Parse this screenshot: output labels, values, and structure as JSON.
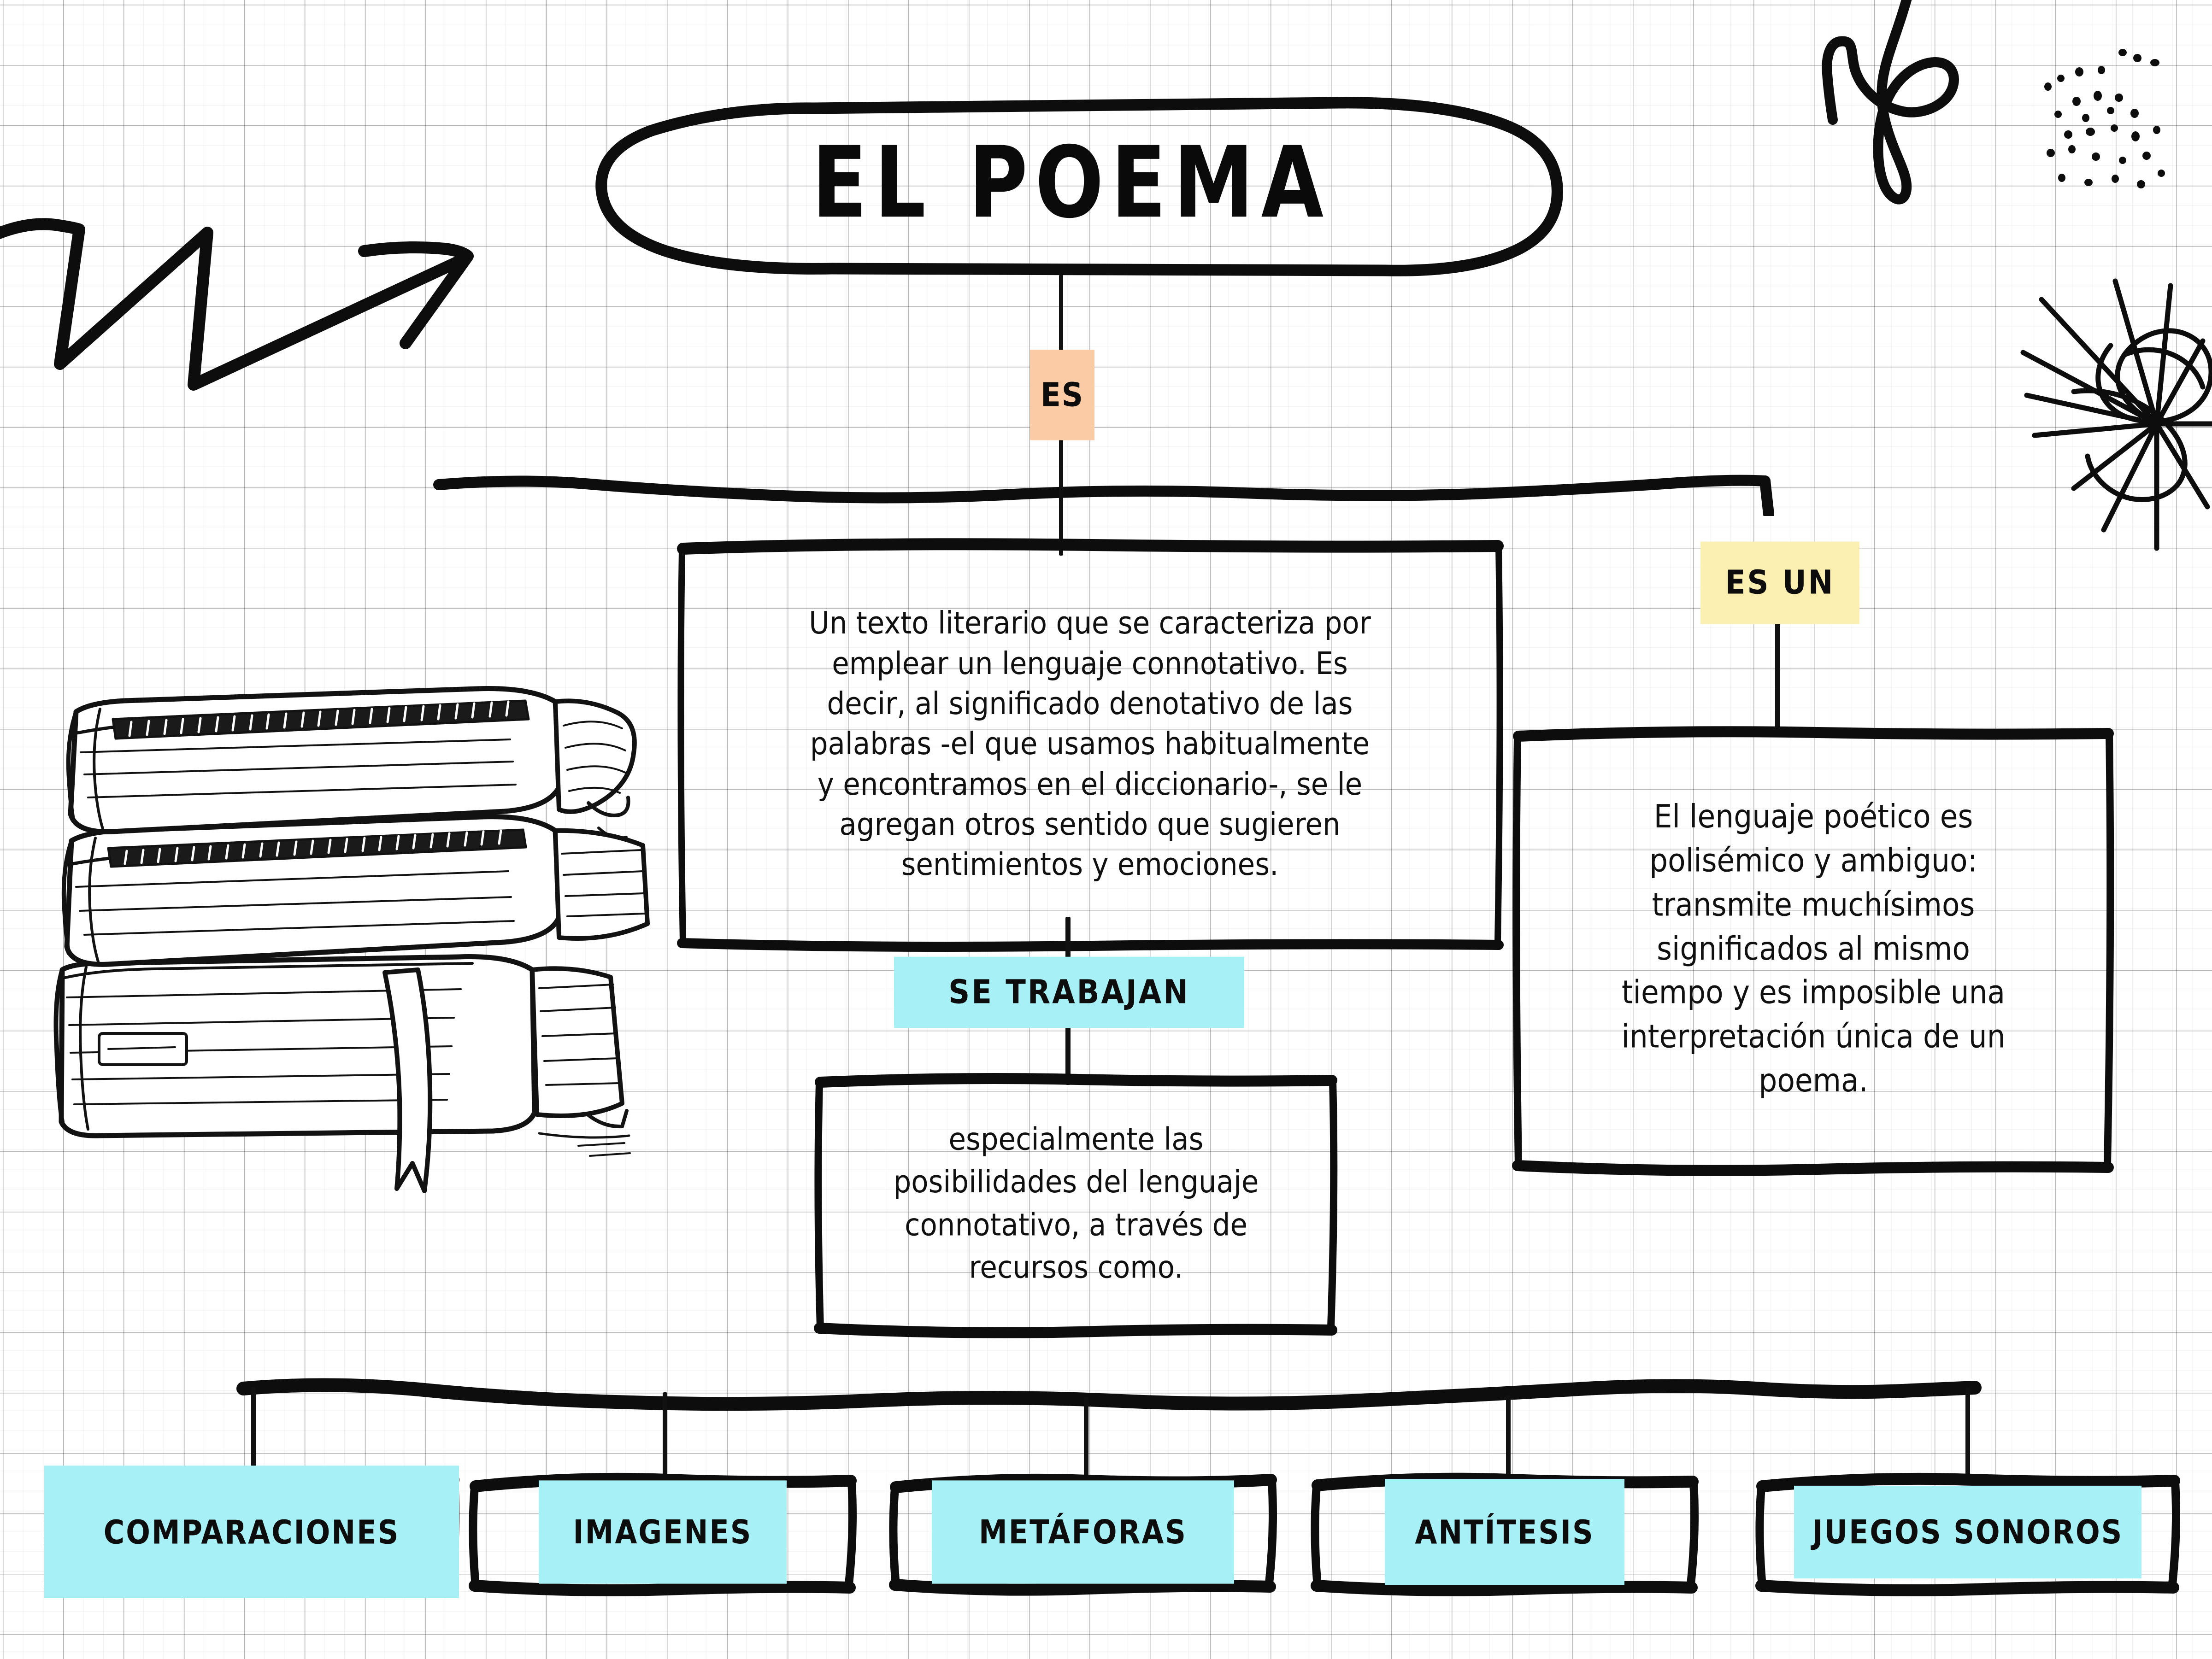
{
  "title": {
    "text": "EL POEMA"
  },
  "connectors": {
    "es_label": "ES",
    "es_un_label": "ES UN",
    "se_trabajan_label": "SE TRABAJAN"
  },
  "boxes": {
    "definicion": {
      "lines": [
        "Un texto literario que se caracteriza por",
        "emplear un lenguaje connotativo. Es",
        "decir, al significado denotativo de las",
        "palabras -el que usamos habitualmente",
        "y encontramos en el diccionario-, se le",
        "agregan otros sentido que sugieren",
        "sentimientos y emociones."
      ]
    },
    "lenguaje_poetico": {
      "lines": [
        "El lenguaje poético es",
        "polisémico y ambiguo:",
        "transmite muchísimos",
        "significados al mismo",
        "tiempo y es imposible una",
        "interpretación única de un",
        "poema."
      ]
    },
    "recursos": {
      "lines": [
        "especialmente las",
        "posibilidades del lenguaje",
        "connotativo, a través de",
        "recursos como."
      ]
    }
  },
  "recursos_items": [
    {
      "label": "COMPARACIONES"
    },
    {
      "label": "IMAGENES"
    },
    {
      "label": "METÁFORAS"
    },
    {
      "label": "ANTÍTESIS"
    },
    {
      "label": "JUEGOS SONOROS"
    }
  ],
  "colors": {
    "highlight_peach": "#FBCBA5",
    "highlight_yellow": "#FBEFB2",
    "highlight_cyan": "#A7F0F5",
    "ink": "#111111",
    "paper": "#FFFFFF",
    "grid_line": "#282830"
  },
  "decorations": {
    "arrow": "zigzag-arrow-doodle",
    "loops": "loop-swirl-doodle",
    "dots": "scattered-dots-doodle",
    "starburst": "starburst-scribble-doodle",
    "books": "stack-of-books-illustration"
  }
}
